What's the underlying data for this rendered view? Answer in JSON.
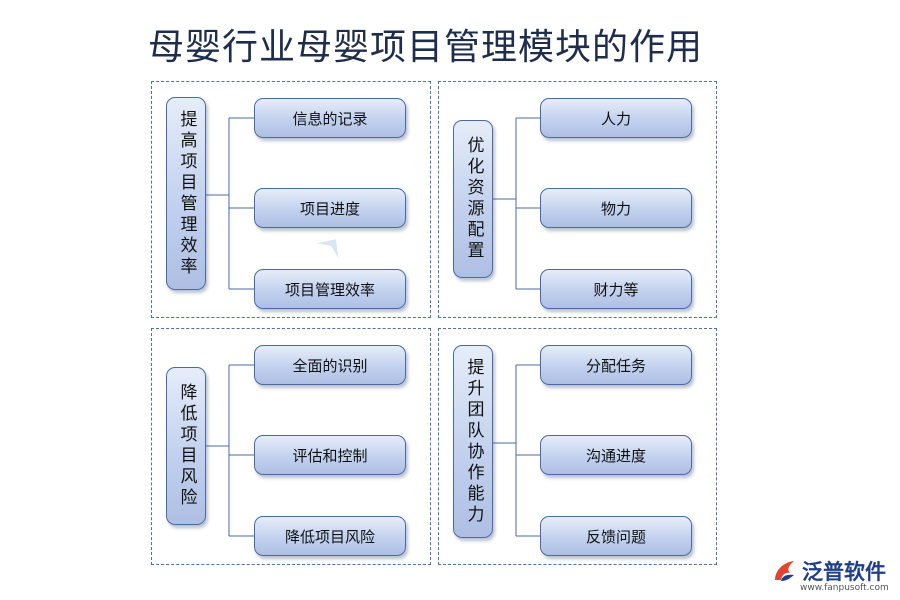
{
  "title": "母婴行业母婴项目管理模块的作用",
  "panels": [
    {
      "root": "提高项目管理效率",
      "leaves": [
        "信息的记录",
        "项目进度",
        "项目管理效率"
      ]
    },
    {
      "root": "优化资源配置",
      "leaves": [
        "人力",
        "物力",
        "财力等"
      ]
    },
    {
      "root": "降低项目风险",
      "leaves": [
        "全面的识别",
        "评估和控制",
        "降低项目风险"
      ]
    },
    {
      "root": "提升团队协作能力",
      "leaves": [
        "分配任务",
        "沟通进度",
        "反馈问题"
      ]
    }
  ],
  "branding": {
    "name": "泛普软件",
    "url": "www.fanpusoft.com",
    "color": "#1f3f8a",
    "accent": "#e2442f"
  }
}
